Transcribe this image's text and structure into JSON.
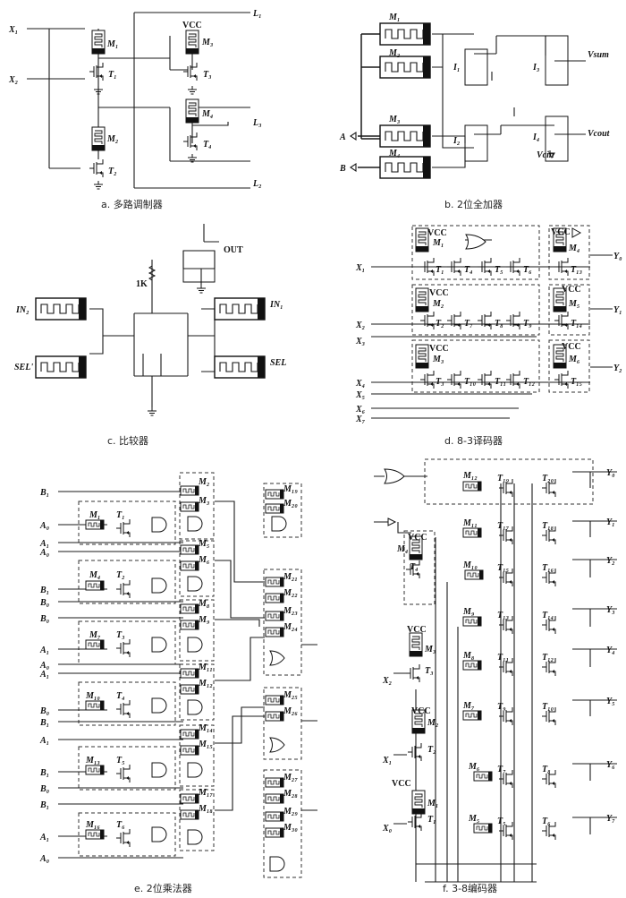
{
  "panels": {
    "a": {
      "caption": "a. 多路调制器",
      "inputs": [
        "X₁",
        "X₂"
      ],
      "outputs": [
        "L₁",
        "L₃",
        "L₂"
      ],
      "memristors": [
        "M₁",
        "M₂",
        "M₃",
        "M₄"
      ],
      "transistors": [
        "T₁",
        "T₂",
        "T₃",
        "T₄"
      ],
      "supply": "VCC"
    },
    "b": {
      "caption": "b. 2位全加器",
      "inputs": [
        "A",
        "B"
      ],
      "memristors": [
        "M₁",
        "M₂",
        "M₃",
        "M₄"
      ],
      "inverters": [
        "I₁",
        "I₂",
        "I₃",
        "I₄"
      ],
      "outputs": [
        "Vsum",
        "Vcout"
      ],
      "vcin": "Vcin"
    },
    "c": {
      "caption": "c. 比较器",
      "inputs": [
        "IN₂",
        "SEL'",
        "IN₁",
        "SEL"
      ],
      "resistor": "1K",
      "output": "OUT"
    },
    "d": {
      "caption": "d. 8-3译码器",
      "inputs": [
        "X₁",
        "X₂",
        "X₃",
        "X₄",
        "X₅",
        "X₆",
        "X₇"
      ],
      "outputs": [
        "Y₀",
        "Y₁",
        "Y₂"
      ],
      "memristors": [
        "M₁",
        "M₂",
        "M₃",
        "M₄",
        "M₅",
        "M₆"
      ],
      "supply": "VCC",
      "transistors_row1": [
        "T₁",
        "T₄",
        "T₅",
        "T₆",
        "T₁₃"
      ],
      "transistors_row2": [
        "T₂",
        "T₇",
        "T₈",
        "T₉",
        "T₁₄"
      ],
      "transistors_row3": [
        "T₃",
        "T₁₀",
        "T₁₁",
        "T₁₂",
        "T₁₅"
      ]
    },
    "e": {
      "caption": "e. 2位乘法器",
      "inputs": [
        "B₁",
        "A₀",
        "A₁",
        "A₀",
        "B₁",
        "B₀",
        "B₀",
        "A₁",
        "A₀",
        "A₁",
        "B₀",
        "B₁",
        "A₁",
        "B₁",
        "B₀",
        "B₁",
        "A₁",
        "A₀"
      ],
      "cells": [
        {
          "m": "M₁",
          "t": "T₁"
        },
        {
          "m": "M₄",
          "t": "T₂"
        },
        {
          "m": "M₇",
          "t": "T₃"
        },
        {
          "m": "M₁₀",
          "t": "T₄"
        },
        {
          "m": "M₁₃",
          "t": "T₅"
        },
        {
          "m": "M₁₆",
          "t": "T₆"
        }
      ],
      "mid_memristors": [
        "M₂",
        "M₃",
        "M₅",
        "M₆",
        "M₈",
        "M₉",
        "M₁₁",
        "M₁₂",
        "M₁₄",
        "M₁₅",
        "M₁₇",
        "M₁₈"
      ],
      "right_memristors": [
        "M₁₉",
        "M₂₀",
        "M₂₁",
        "M₂₂",
        "M₂₃",
        "M₂₄",
        "M₂₅",
        "M₂₆",
        "M₂₇",
        "M₂₈",
        "M₂₉",
        "M₃₀"
      ]
    },
    "f": {
      "caption": "f. 3-8编码器",
      "inputs": [
        "X₂",
        "X₁",
        "X₀"
      ],
      "outputs": [
        "Y₀",
        "Y₁",
        "Y₂",
        "Y₃",
        "Y₄",
        "Y₅",
        "Y₆",
        "Y₇"
      ],
      "supply": "VCC",
      "left_memristors": [
        "M₄",
        "M₃",
        "M₂",
        "M₁"
      ],
      "left_transistors": [
        "T₄",
        "T₃",
        "T₂",
        "T₁"
      ],
      "rows": [
        {
          "m": "M₁₂",
          "ta": "T₁₉",
          "tb": "T₂₀"
        },
        {
          "m": "M₁₁",
          "ta": "T₁₇",
          "tb": "T₁₈"
        },
        {
          "m": "M₁₀",
          "ta": "T₁₅",
          "tb": "T₁₆"
        },
        {
          "m": "M₉",
          "ta": "T₁₃",
          "tb": "T₁₄"
        },
        {
          "m": "M₈",
          "ta": "T₁₁",
          "tb": "T₁₂"
        },
        {
          "m": "M₇",
          "ta": "T₉",
          "tb": "T₁₀"
        },
        {
          "m": "M₆",
          "ta": "T₇",
          "tb": "T₈"
        },
        {
          "m": "M₅",
          "ta": "T₅",
          "tb": "T₆"
        }
      ]
    }
  }
}
